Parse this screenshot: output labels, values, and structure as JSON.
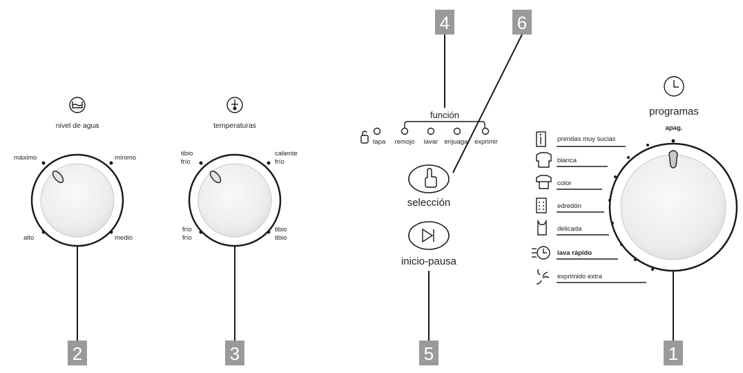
{
  "callouts": {
    "n1": "1",
    "n2": "2",
    "n3": "3",
    "n4": "4",
    "n5": "5",
    "n6": "6"
  },
  "water_level": {
    "title": "nivel de agua",
    "max": "máximo",
    "min": "mínimo",
    "high": "alto",
    "medium": "medio"
  },
  "temperature": {
    "title": "temperaturas",
    "tl1": "tibio",
    "tl2": "frío",
    "tr1": "caliente",
    "tr2": "frío",
    "bl1": "frío",
    "bl2": "frío",
    "br1": "tibio",
    "br2": "tibio"
  },
  "function": {
    "title": "función",
    "tapa": "tapa",
    "remojo": "remojo",
    "lavar": "lavar",
    "enjuagar": "enjuagar",
    "exprimir": "exprimir"
  },
  "selection": {
    "label": "selección"
  },
  "start_pause": {
    "label": "inicio-pausa"
  },
  "programs": {
    "title": "programas",
    "off": "apag.",
    "items": [
      {
        "label": "prendas muy sucias",
        "icon": "heavy-soil-icon"
      },
      {
        "label": "blanca",
        "icon": "white-shirt-icon"
      },
      {
        "label": "color",
        "icon": "color-shirt-icon"
      },
      {
        "label": "edredón",
        "icon": "comforter-icon"
      },
      {
        "label": "delicada",
        "icon": "delicate-icon"
      },
      {
        "label": "lava rápido",
        "icon": "quick-wash-icon"
      },
      {
        "label": "exprimido extra",
        "icon": "extra-spin-icon"
      }
    ]
  },
  "colors": {
    "callout_box": "#9a9a9a",
    "line": "#1a1a1a"
  }
}
